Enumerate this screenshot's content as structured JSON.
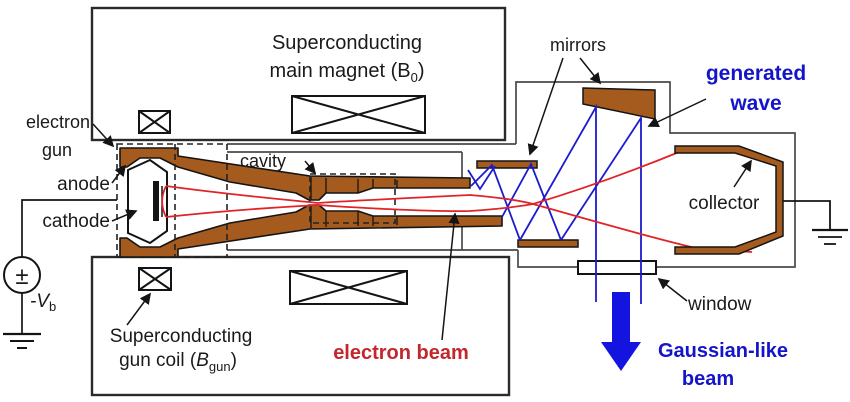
{
  "figure": {
    "type": "gyrotron schematic",
    "colors": {
      "copper_parts": "#a55b1e",
      "electron_beam_line": "#e02528",
      "electron_beam_text": "#c2272d",
      "wave_blue": "#1c1cce",
      "blue_text": "#1414c8",
      "vessel_outline": "#4a4a4a",
      "black_outline": "#141414"
    }
  },
  "magnets": {
    "main": {
      "line1": "Superconducting",
      "line2_prefix": "main magnet (B",
      "subscript": "0",
      "suffix": ")"
    },
    "gun_coil": {
      "line1": "Superconducting",
      "line2_prefix": "gun coil (",
      "symbol": "B",
      "subscript": "gun",
      "suffix": ")"
    }
  },
  "gun": {
    "label_line1": "electron",
    "label_line2": "gun",
    "anode": "anode",
    "cathode": "cathode",
    "voltage": {
      "plusminus": "±",
      "minus_v": "-V",
      "subscript": "b"
    }
  },
  "tube": {
    "cavity": "cavity",
    "electron_beam": "electron beam"
  },
  "optics": {
    "mirrors": "mirrors",
    "generated_wave_line1": "generated",
    "generated_wave_line2": "wave",
    "window": "window",
    "gaussian_line1": "Gaussian-like",
    "gaussian_line2": "beam"
  },
  "collector": {
    "label": "collector"
  }
}
